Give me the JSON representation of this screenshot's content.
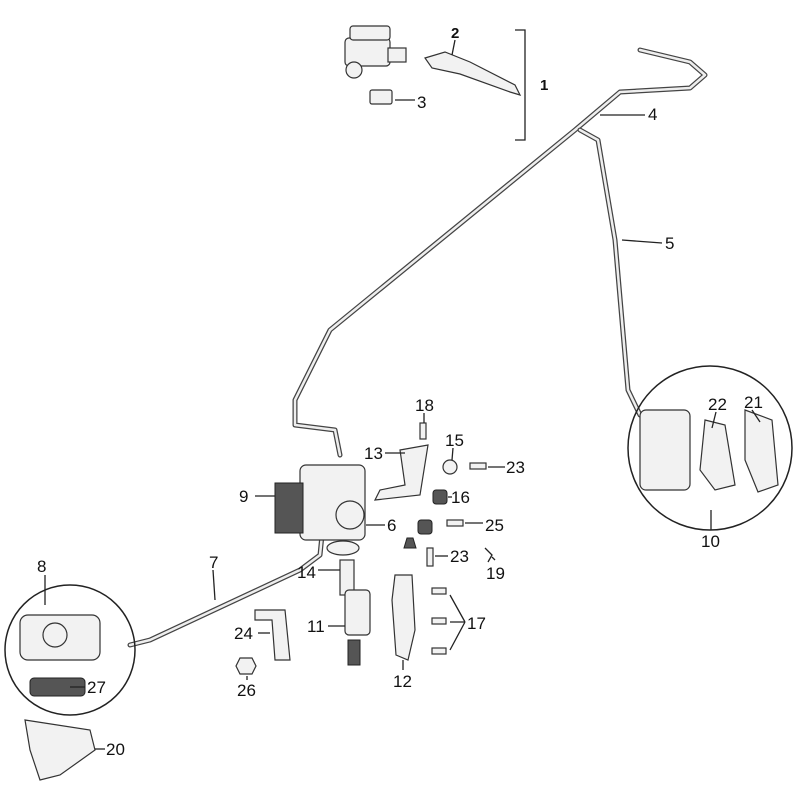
{
  "diagram": {
    "title": "Brake system exploded parts diagram",
    "labels": {
      "p1": "1",
      "p2": "2",
      "p3": "3",
      "p4": "4",
      "p5": "5",
      "p6": "6",
      "p7": "7",
      "p8": "8",
      "p9": "9",
      "p10": "10",
      "p11": "11",
      "p12": "12",
      "p13": "13",
      "p14": "14",
      "p15": "15",
      "p16": "16",
      "p17": "17",
      "p18": "18",
      "p19": "19",
      "p20": "20",
      "p21": "21",
      "p22": "22",
      "p23a": "23",
      "p23b": "23",
      "p24": "24",
      "p25": "25",
      "p26": "26",
      "p27": "27"
    }
  }
}
